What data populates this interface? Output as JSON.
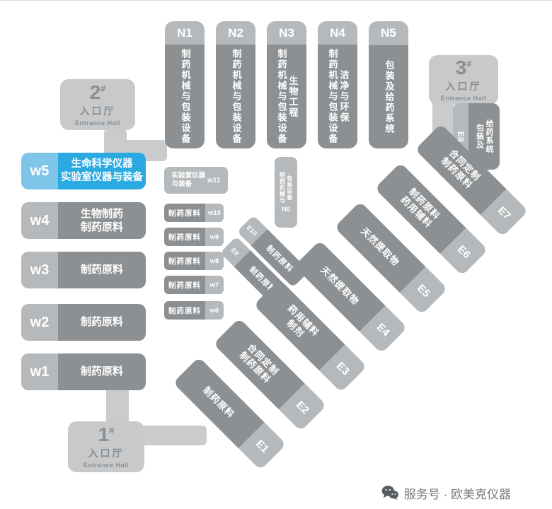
{
  "colors": {
    "chip_gray": "#b6b9bb",
    "hall_gray": "#8d9093",
    "entrance_gray": "#c7c9cb",
    "highlight_blue": "#2ba9e1",
    "highlight_blue_light": "#7dc6ea"
  },
  "north_halls": [
    {
      "id": "N1",
      "lines": [
        "制药机械与包装设备"
      ]
    },
    {
      "id": "N2",
      "lines": [
        "制药机械与包装设备"
      ]
    },
    {
      "id": "N3",
      "lines": [
        "制药机械与包装设备",
        "生物工程"
      ]
    },
    {
      "id": "N4",
      "lines": [
        "制药机械与包装设备",
        "洁净与环保"
      ]
    },
    {
      "id": "N5",
      "lines": [
        "包装及给药系统"
      ]
    }
  ],
  "north_small": {
    "id": "N6",
    "lines": [
      "制药机械与",
      "包装设备"
    ]
  },
  "west_halls": [
    {
      "id": "w5",
      "lines": [
        "生命科学仪器",
        "实验室仪器与装备"
      ]
    },
    {
      "id": "w4",
      "lines": [
        "生物制药",
        "制药原料"
      ]
    },
    {
      "id": "w3",
      "lines": [
        "制药原料"
      ]
    },
    {
      "id": "w2",
      "lines": [
        "制药原料"
      ]
    },
    {
      "id": "w1",
      "lines": [
        "制药原料"
      ]
    }
  ],
  "west_small": {
    "w11": {
      "id": "w11",
      "lines": [
        "实验室仪器",
        "与装备"
      ]
    },
    "rows": [
      {
        "id": "w10",
        "label": "制药原料"
      },
      {
        "id": "w9",
        "label": "制药原料"
      },
      {
        "id": "w8",
        "label": "制药原料"
      },
      {
        "id": "w7",
        "label": "制药原料"
      },
      {
        "id": "w6",
        "label": "制药原料"
      }
    ]
  },
  "east_halls": [
    {
      "id": "E1",
      "lines": [
        "制药原料"
      ]
    },
    {
      "id": "E2",
      "lines": [
        "合同定制",
        "制药原料"
      ]
    },
    {
      "id": "E3",
      "lines": [
        "药用辅料",
        "制剂"
      ]
    },
    {
      "id": "E4",
      "lines": [
        "天然提取物"
      ]
    },
    {
      "id": "E5",
      "lines": [
        "天然提取物"
      ]
    },
    {
      "id": "E6",
      "lines": [
        "制药原料",
        "药用辅料"
      ]
    },
    {
      "id": "E7",
      "lines": [
        "合同定制",
        "制药原料"
      ]
    }
  ],
  "east_small": [
    {
      "id": "E10",
      "label": "制药原料"
    },
    {
      "id": "E9",
      "label": "制药原料"
    }
  ],
  "e8": {
    "id": "E8",
    "lines": [
      "包装及",
      "给药系统"
    ]
  },
  "entrances": [
    {
      "num": "1",
      "mark": "#",
      "hall_cn": "入口厅",
      "hall_en": "Entrance Hall"
    },
    {
      "num": "2",
      "mark": "#",
      "hall_cn": "入口厅",
      "hall_en": "Entrance Hall"
    },
    {
      "num": "3",
      "mark": "#",
      "hall_cn": "入口厅",
      "hall_en": "Entrance Hall"
    }
  ],
  "footer": {
    "account_label": "服务号 · 欧美克仪器",
    "icon": "wechat-icon"
  }
}
